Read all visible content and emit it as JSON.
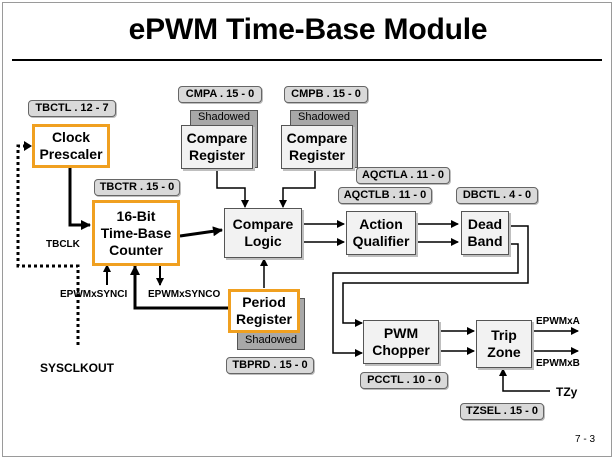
{
  "title": "ePWM Time-Base Module",
  "blocks": {
    "clock_prescaler": "Clock\nPrescaler",
    "tb_counter": "16-Bit\nTime-Base\nCounter",
    "compare_a": "Compare\nRegister",
    "compare_b": "Compare\nRegister",
    "compare_logic": "Compare\nLogic",
    "action_qualifier": "Action\nQualifier",
    "dead_band": "Dead\nBand",
    "period_register": "Period\nRegister",
    "pwm_chopper": "PWM\nChopper",
    "trip_zone": "Trip\nZone"
  },
  "shadowed": [
    "Shadowed",
    "Shadowed",
    "Shadowed"
  ],
  "tags": {
    "tbctl": "TBCTL . 12 - 7",
    "tbctr": "TBCTR . 15 - 0",
    "cmpa": "CMPA . 15 - 0",
    "cmpb": "CMPB . 15 - 0",
    "aqctla": "AQCTLA . 11 - 0",
    "aqctlb": "AQCTLB . 11 - 0",
    "dbctl": "DBCTL . 4 - 0",
    "tbprd": "TBPRD . 15 - 0",
    "pcctl": "PCCTL . 10 - 0",
    "tzsel": "TZSEL . 15 - 0"
  },
  "signals": {
    "tbclk": "TBCLK",
    "synci": "EPWMxSYNCI",
    "synco": "EPWMxSYNCO",
    "sysclkout": "SYSCLKOUT",
    "epwmxa": "EPWMxA",
    "epwmxb": "EPWMxB",
    "tzy": "TZy"
  },
  "page_number": "7 - 3"
}
